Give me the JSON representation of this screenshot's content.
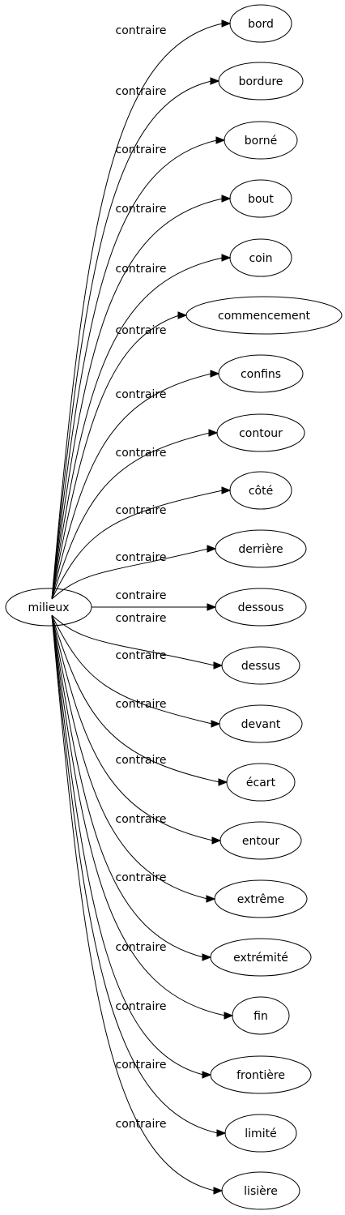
{
  "graph": {
    "source": "milieux",
    "edge_label": "contraire",
    "targets": [
      "bord",
      "bordure",
      "borné",
      "bout",
      "coin",
      "commencement",
      "confins",
      "contour",
      "côté",
      "derrière",
      "dessous",
      "dessus",
      "devant",
      "écart",
      "entour",
      "extrême",
      "extrémité",
      "fin",
      "frontière",
      "limité",
      "lisière"
    ]
  }
}
